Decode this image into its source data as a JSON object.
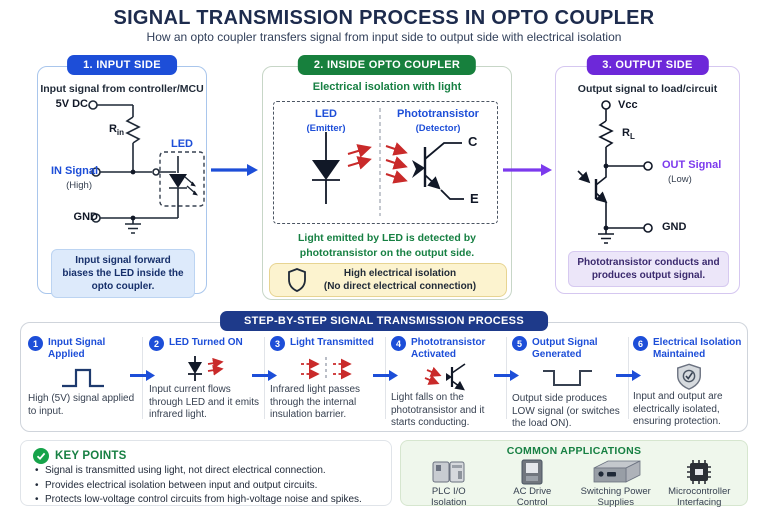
{
  "title": "SIGNAL TRANSMISSION PROCESS IN OPTO COUPLER",
  "subtitle": "How an opto coupler transfers signal from input side to output side with electrical isolation",
  "input_panel": {
    "header": "1. INPUT SIDE",
    "caption": "Input signal from controller/MCU",
    "vcc_label": "5V DC",
    "r_base": "R",
    "r_sub": "in",
    "signal_label": "IN Signal",
    "signal_state": "(High)",
    "gnd_label": "GND",
    "led_label": "LED",
    "note": "Input signal forward biases the LED inside the opto coupler."
  },
  "coupler_panel": {
    "header": "2. INSIDE OPTO COUPLER",
    "caption": "Electrical isolation with light",
    "led_label": "LED",
    "led_sub": "(Emitter)",
    "pt_label": "Phototransistor",
    "pt_sub": "(Detector)",
    "collector_label": "C",
    "emitter_label": "E",
    "note": "Light emitted by LED is detected by\nphototransistor on the output side.",
    "banner": "High electrical isolation\n(No direct electrical connection)"
  },
  "output_panel": {
    "header": "3. OUTPUT SIDE",
    "caption": "Output signal to load/circuit",
    "vcc_label": "Vcc",
    "r_base": "R",
    "r_sub": "L",
    "signal_label": "OUT Signal",
    "signal_state": "(Low)",
    "gnd_label": "GND",
    "note": "Phototransistor conducts and produces output signal."
  },
  "steps_band": {
    "header": "STEP-BY-STEP SIGNAL TRANSMISSION PROCESS",
    "steps": [
      {
        "num": "1",
        "title": "Input Signal Applied",
        "desc": "High (5V) signal applied to input."
      },
      {
        "num": "2",
        "title": "LED Turned ON",
        "desc": "Input current flows through LED and it emits infrared light."
      },
      {
        "num": "3",
        "title": "Light Transmitted",
        "desc": "Infrared light passes through the internal insulation barrier."
      },
      {
        "num": "4",
        "title": "Phototransistor Activated",
        "desc": "Light falls on the phototransistor and it starts conducting."
      },
      {
        "num": "5",
        "title": "Output Signal Generated",
        "desc": "Output side produces LOW signal (or switches the load ON)."
      },
      {
        "num": "6",
        "title": "Electrical Isolation Maintained",
        "desc": "Input and output are electrically isolated, ensuring protection."
      }
    ]
  },
  "key_points": {
    "header": "KEY POINTS",
    "bullets": [
      "Signal is transmitted using light, not direct electrical connection.",
      "Provides electrical isolation between input and output circuits.",
      "Protects low-voltage control circuits from high-voltage noise and spikes."
    ]
  },
  "applications": {
    "header": "COMMON APPLICATIONS",
    "items": [
      {
        "label": "PLC I/O\nIsolation",
        "icon": "plc-icon"
      },
      {
        "label": "AC Drive\nControl",
        "icon": "ac-drive-icon"
      },
      {
        "label": "Switching Power\nSupplies",
        "icon": "power-supply-icon"
      },
      {
        "label": "Microcontroller\nInterfacing",
        "icon": "microcontroller-icon"
      }
    ]
  },
  "colors": {
    "input_accent": "#1d4ed8",
    "coupler_accent": "#17803d",
    "output_accent": "#6d28d9",
    "band_accent": "#1e3a8a",
    "light_red": "#c92a2a",
    "banner_bg": "#fcf3cf",
    "key_green": "#16a34a"
  }
}
